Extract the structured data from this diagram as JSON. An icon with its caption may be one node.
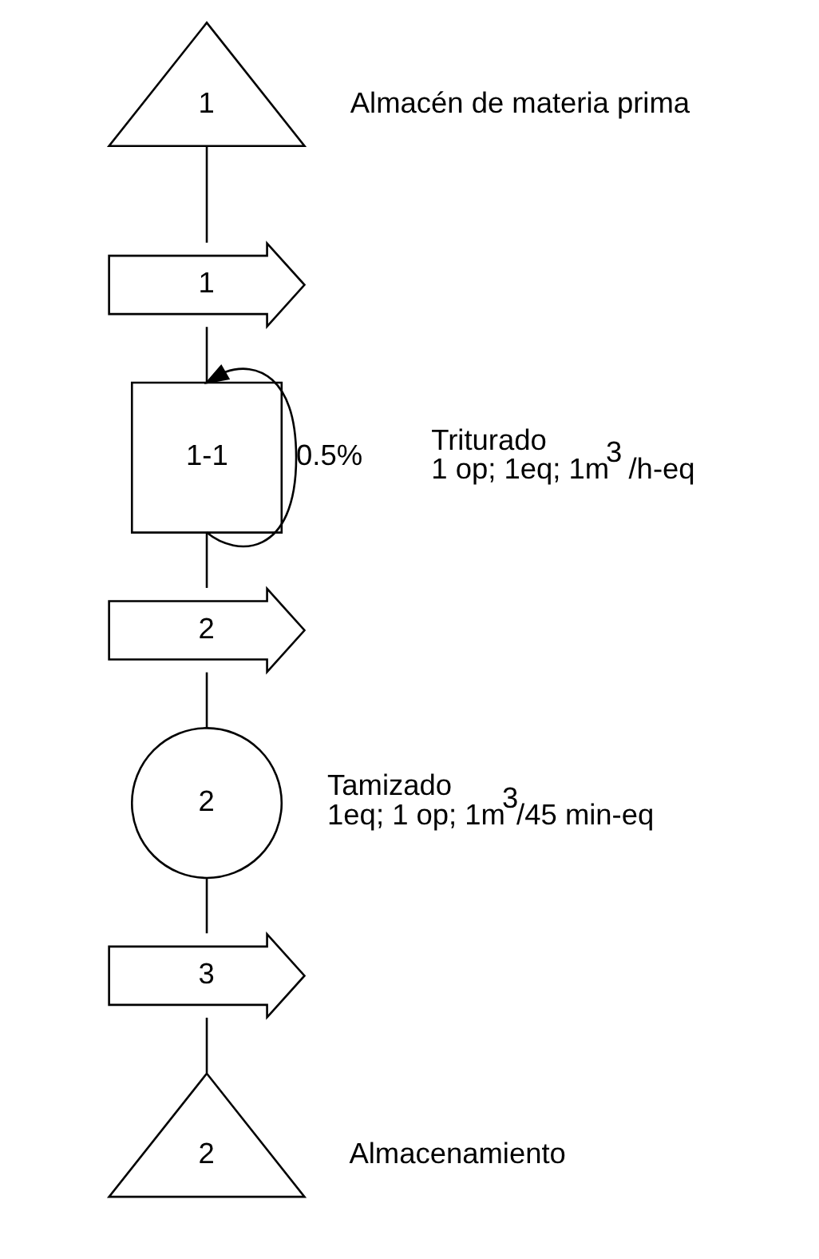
{
  "diagram": {
    "nodes": [
      {
        "text": [
          "1"
        ],
        "beside": [
          "Almacén de materia prima"
        ]
      },
      {
        "text": [
          "1"
        ]
      },
      {
        "text": [
          "1-1"
        ],
        "beside": [
          "Triturado",
          "1 op; 1eq; 1m$^{3}$ /h-eq"
        ]
      },
      {
        "text": [
          "2"
        ]
      },
      {
        "text": [
          "2"
        ],
        "beside": [
          "Tamizado",
          "1eq; 1 op; 1m$^{3}$/45 min-eq"
        ]
      },
      {
        "text": [
          "3"
        ]
      },
      {
        "text": [
          "2"
        ],
        "beside": [
          "Almacenamiento"
        ]
      }
    ],
    "edges": [
      {
        "from": 0,
        "to": 1,
        "arrow": "none"
      },
      {
        "from": 1,
        "to": 2,
        "arrow": "none"
      },
      {
        "from": 2,
        "to": 3,
        "arrow": "none"
      },
      {
        "from": 3,
        "to": 4,
        "arrow": "none"
      },
      {
        "from": 4,
        "to": 5,
        "arrow": "none"
      },
      {
        "from": 5,
        "to": 6,
        "arrow": "none"
      },
      {
        "from": 2,
        "to": 2,
        "arrow": "to",
        "label": "0.5%"
      }
    ]
  }
}
